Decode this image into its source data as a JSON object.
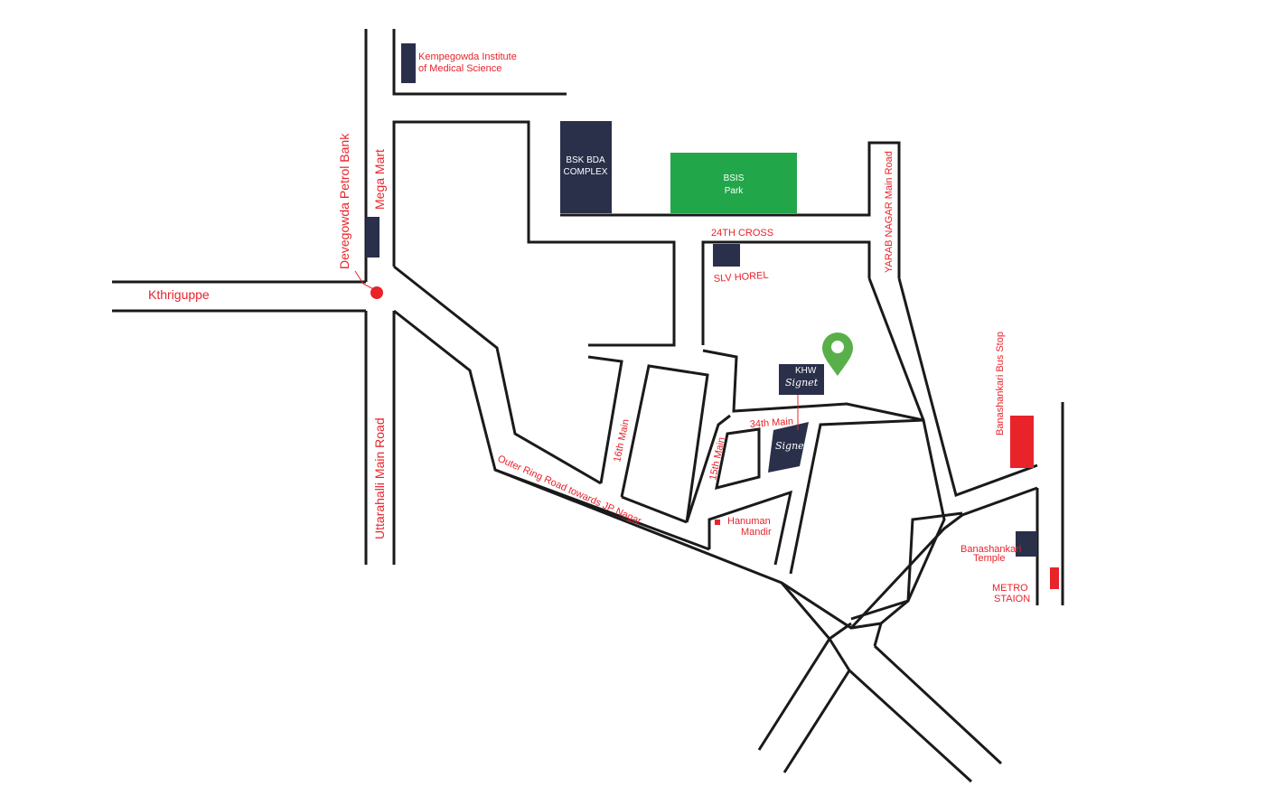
{
  "colors": {
    "road": "#1a1a1a",
    "label": "#e8232a",
    "building": "#2a2f4a",
    "park": "#22a64a",
    "pin": "#59b04a",
    "marker_red": "#e8232a"
  },
  "labels": {
    "kempegowda": [
      "Kempegowda Institute",
      "of Medical Science"
    ],
    "devegowda": "Devegowda Petrol Bank",
    "mega_mart": "Mega Mart",
    "kthriguppe": "Kthriguppe",
    "uttarahalli": "Uttarahalli Main Road",
    "outer_ring": "Outer Ring Road towards JP Nagar",
    "main_16": "16th Main",
    "main_15": "15th Main",
    "main_34": "34th Main",
    "cross_24": "24TH CROSS",
    "slv": "SLV HOREL",
    "yarab": "YARAB NAGAR Main Road",
    "hanuman": [
      "Hanuman",
      "Mandir"
    ],
    "bus_stop": "Banashankari Bus Stop",
    "temple": [
      "Banashankari",
      "Temple"
    ],
    "metro": [
      "METRO",
      "STAION"
    ]
  },
  "blocks": {
    "bsk_bda": [
      "BSK BDA",
      "COMPLEX"
    ],
    "bsis_park": [
      "BSIS",
      "Park"
    ]
  },
  "project_logo": {
    "brand": "Signet",
    "small": "KHW"
  },
  "icons": {
    "location_pin": "map-pin-icon",
    "petrol_marker": "red-dot-icon",
    "temple_marker": "red-square-icon"
  }
}
